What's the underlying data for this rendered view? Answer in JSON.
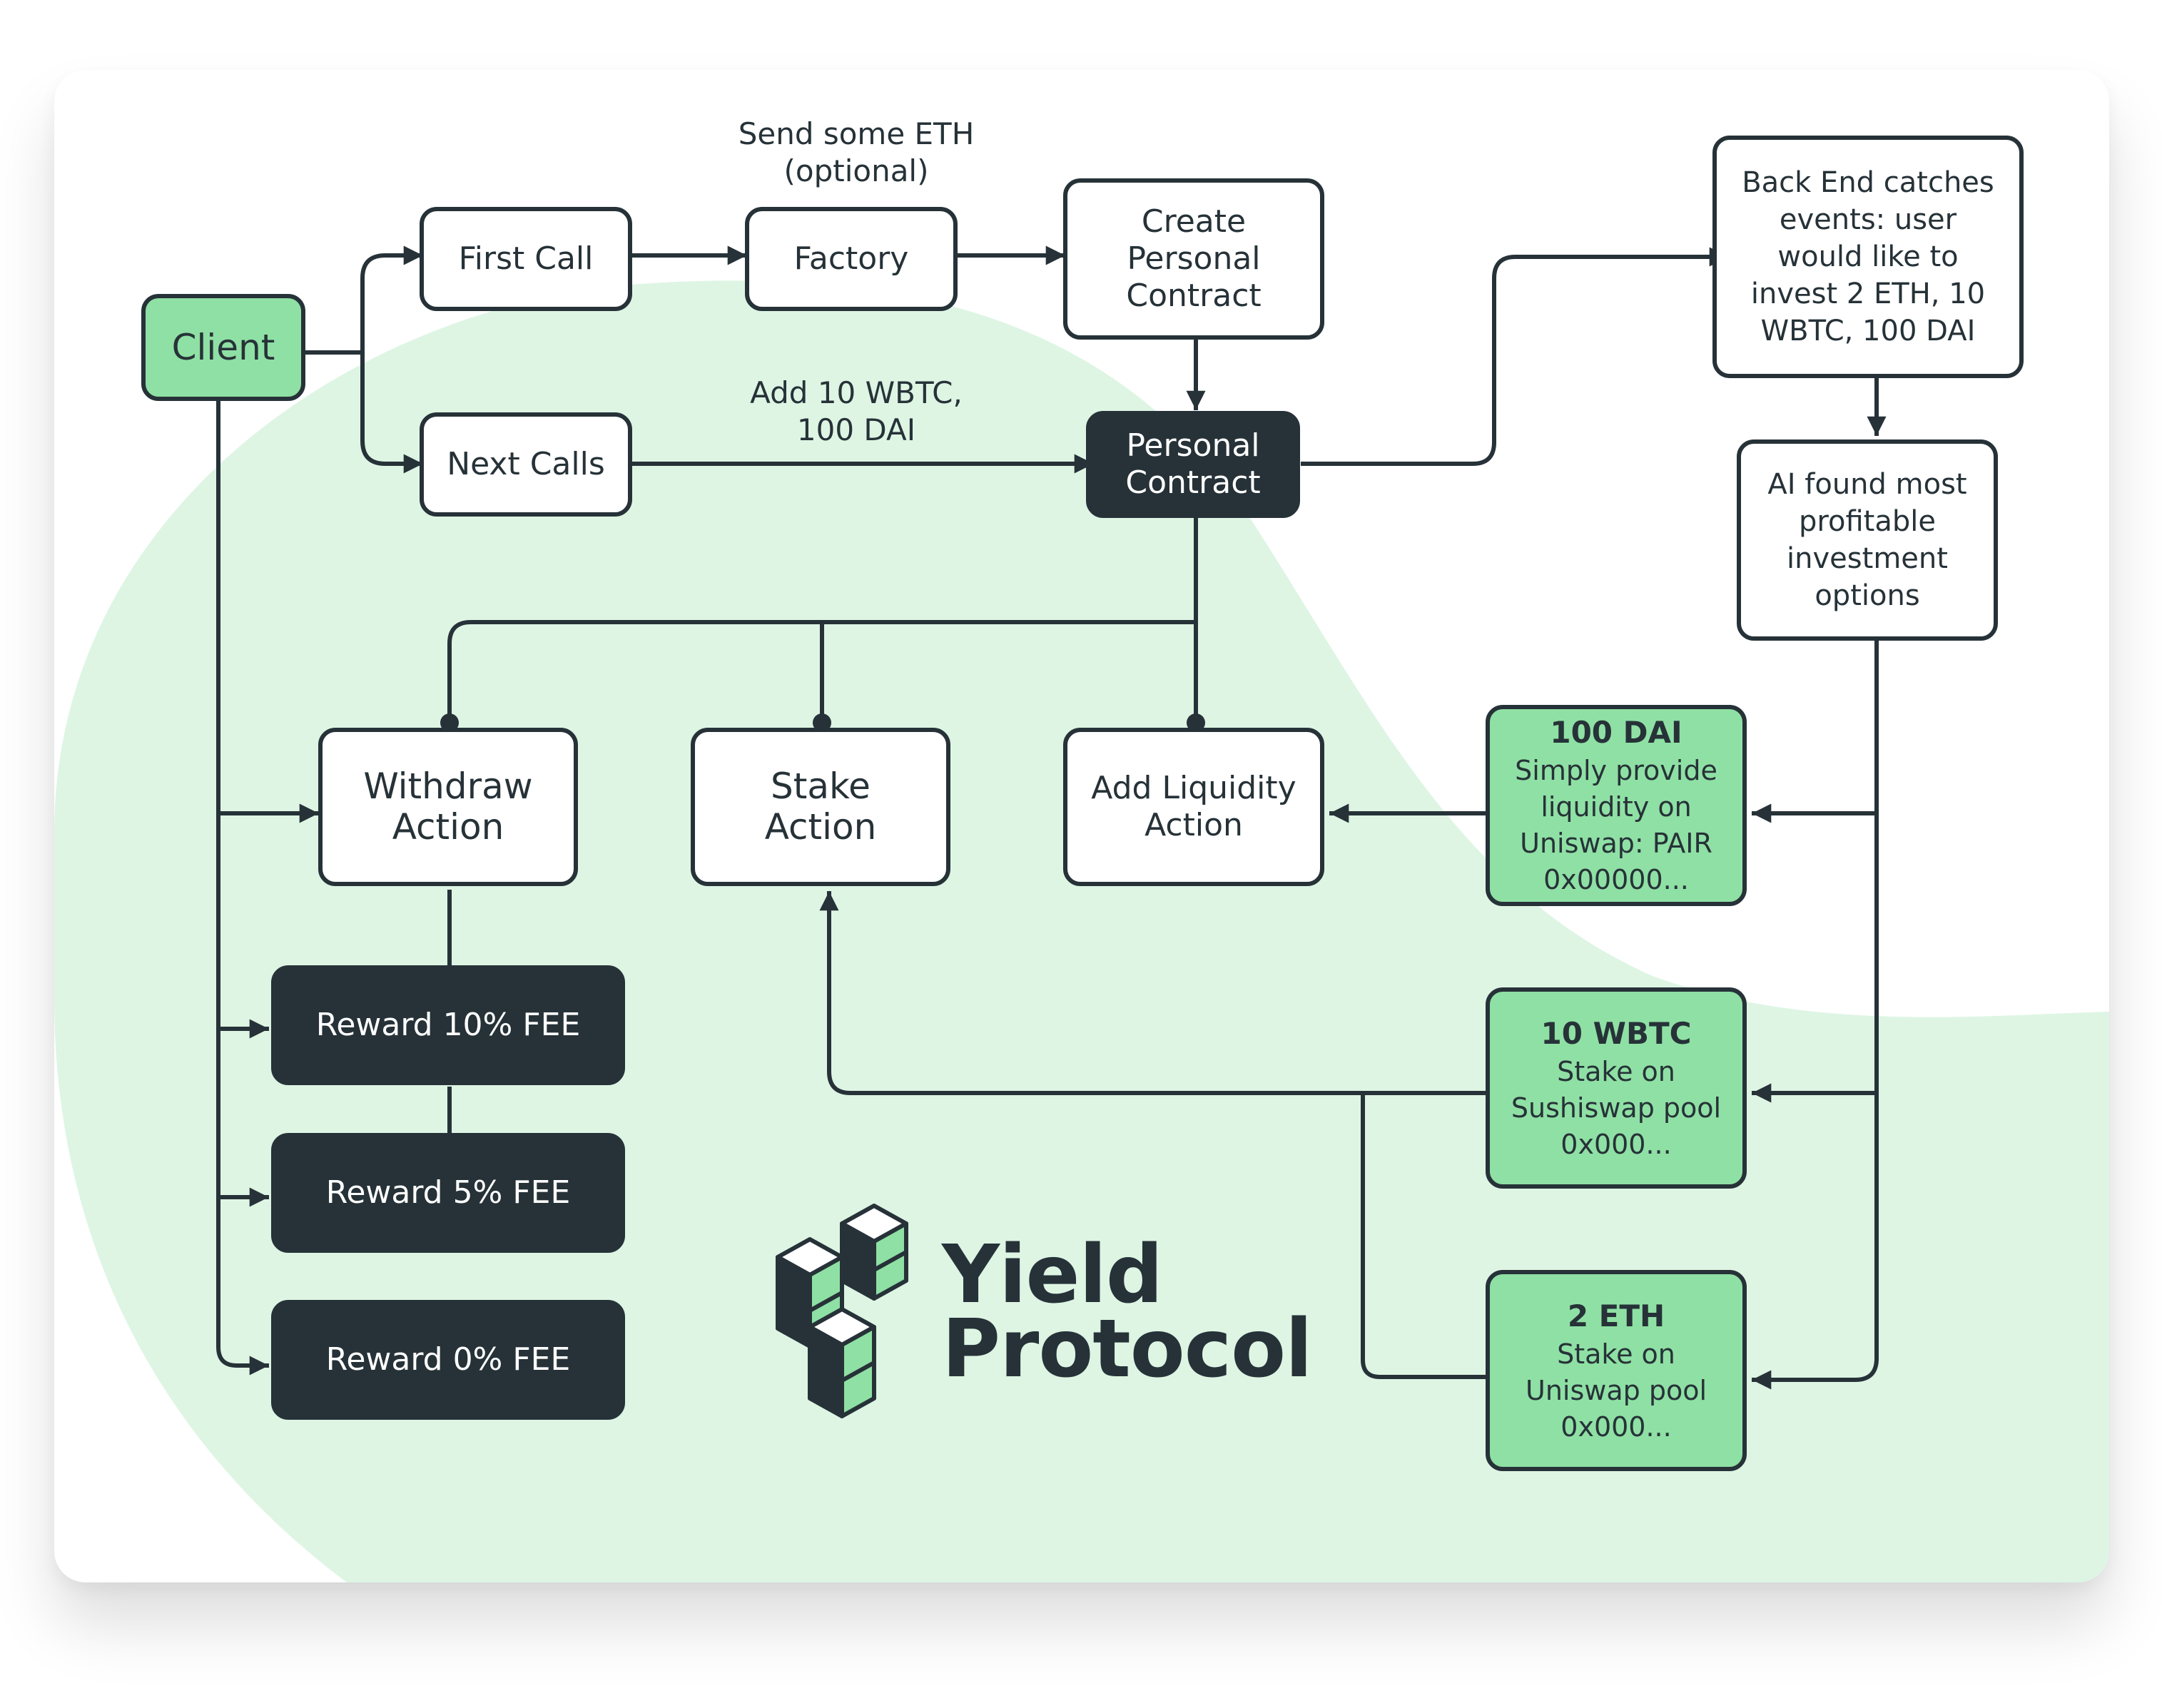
{
  "colors": {
    "dark": "#263238",
    "green_fill": "#8fe0a4",
    "blob_fill": "#def5e4",
    "white": "#ffffff"
  },
  "nodes": {
    "client": "Client",
    "first_call": "First Call",
    "next_calls": "Next Calls",
    "factory": "Factory",
    "create_personal_contract": [
      "Create",
      "Personal",
      "Contract"
    ],
    "personal_contract": [
      "Personal",
      "Contract"
    ],
    "back_end": [
      "Back End catches",
      "events: user",
      "would like to",
      "invest 2 ETH, 10",
      "WBTC, 100 DAI"
    ],
    "ai_found": [
      "AI found most",
      "profitable",
      "investment",
      "options"
    ],
    "withdraw_action": [
      "Withdraw",
      "Action"
    ],
    "stake_action": [
      "Stake",
      "Action"
    ],
    "add_liquidity_action": [
      "Add Liquidity",
      "Action"
    ],
    "dai_option": {
      "title": "100 DAI",
      "body": [
        "Simply provide",
        "liquidity on",
        "Uniswap: PAIR",
        "0x00000..."
      ]
    },
    "wbtc_option": {
      "title": "10 WBTC",
      "body": [
        "Stake on",
        "Sushiswap pool",
        "0x000..."
      ]
    },
    "eth_option": {
      "title": "2 ETH",
      "body": [
        "Stake on",
        "Uniswap pool",
        "0x000..."
      ]
    },
    "reward_10": "Reward 10% FEE",
    "reward_5": "Reward 5% FEE",
    "reward_0": "Reward 0% FEE"
  },
  "edge_labels": {
    "send_eth": [
      "Send some ETH",
      "(optional)"
    ],
    "add_tokens": [
      "Add 10 WBTC,",
      "100 DAI"
    ]
  },
  "logo": {
    "icon": "stacked-cubes-icon",
    "word": [
      "Yield",
      "Protocol"
    ]
  }
}
